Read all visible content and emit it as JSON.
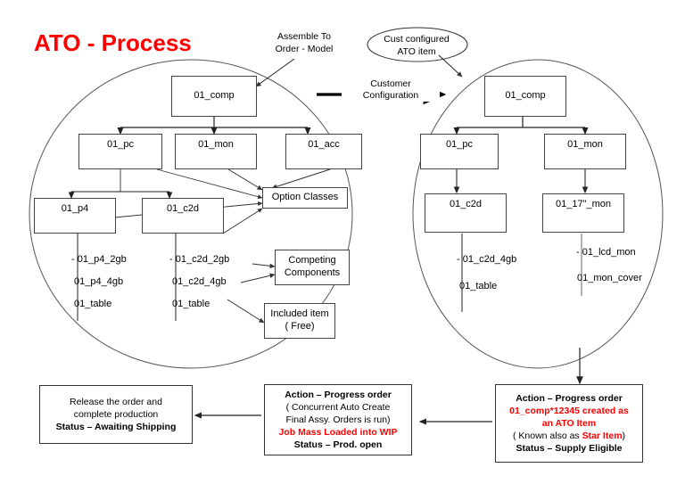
{
  "title": "ATO - Process",
  "callouts": {
    "assemble_to_order": "Assemble To\nOrder - Model",
    "cust_configured": "Cust configured\nATO item"
  },
  "edges": {
    "customer_configuration": "Customer\nConfiguration"
  },
  "left_model": {
    "root": "01_comp",
    "level2": [
      "01_pc",
      "01_mon",
      "01_acc"
    ],
    "level3": [
      "01_p4",
      "01_c2d"
    ],
    "option_classes": "Option Classes",
    "competing_components": "Competing\nComponents",
    "included_item": "Included item\n( Free)",
    "p4_children": [
      "-    01_p4_2gb",
      "01_p4_4gb",
      "01_table"
    ],
    "c2d_children": [
      "-    01_c2d_2gb",
      "01_c2d_4gb",
      "01_table"
    ]
  },
  "right_model": {
    "root": "01_comp",
    "level2": [
      "01_pc",
      "01_mon"
    ],
    "level3": [
      "01_c2d",
      "01_17\"_mon"
    ],
    "c2d_children": [
      "-    01_c2d_4gb",
      "01_table"
    ],
    "mon_children": [
      "-    01_lcd_mon",
      "01_mon_cover"
    ]
  },
  "status_boxes": {
    "release": {
      "line1": "Release the order and",
      "line2": "complete production",
      "line3": "Status – Awaiting Shipping"
    },
    "progress_wip": {
      "line1": "Action – Progress order",
      "line2": "( Concurrent Auto Create",
      "line3": "Final Assy. Orders is run)",
      "line4": "Job Mass Loaded into WIP",
      "line5": "Status – Prod. open"
    },
    "progress_ato": {
      "line1": "Action – Progress order",
      "line2": "01_comp*12345 created as",
      "line3": "an ATO Item",
      "line4_prefix": "( Known also as ",
      "line4_red": "Star Item",
      "line4_suffix": ")",
      "line5": "Status – Supply Eligible"
    }
  },
  "colors": {
    "accent_red": "#ff0000",
    "line": "#333333",
    "ellipse": "#555555"
  }
}
